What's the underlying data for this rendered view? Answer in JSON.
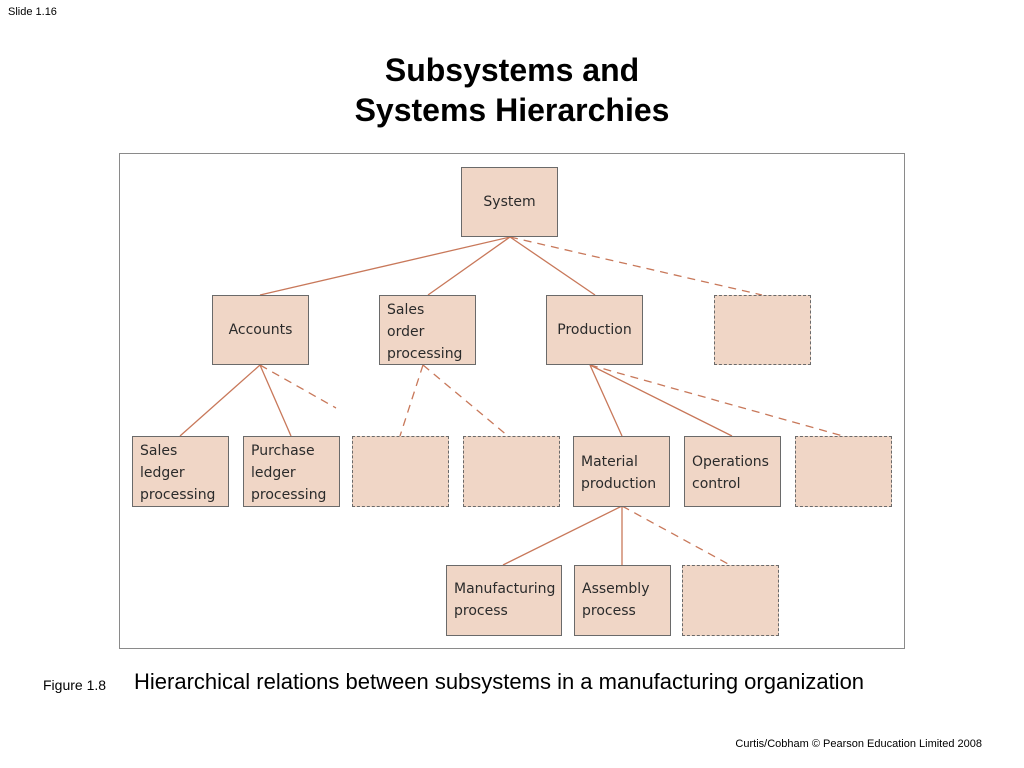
{
  "slide": {
    "number": "Slide 1.16"
  },
  "title": {
    "line1": "Subsystems and",
    "line2": "Systems Hierarchies"
  },
  "diagram": {
    "nodes": {
      "system": "System",
      "accounts": "Accounts",
      "sales_order": "Sales\norder\nprocessing",
      "production": "Production",
      "sales_ledger": "Sales\nledger\nprocessing",
      "purchase_ledger": "Purchase\nledger\nprocessing",
      "material_production": "Material\nproduction",
      "operations_control": "Operations\ncontrol",
      "manufacturing_process": "Manufacturing\nprocess",
      "assembly_process": "Assembly\nprocess"
    }
  },
  "caption": {
    "figure_label": "Figure 1.8",
    "text": "Hierarchical relations between subsystems in a manufacturing organization"
  },
  "footer": {
    "credit": "Curtis/Cobham © Pearson Education Limited 2008"
  }
}
